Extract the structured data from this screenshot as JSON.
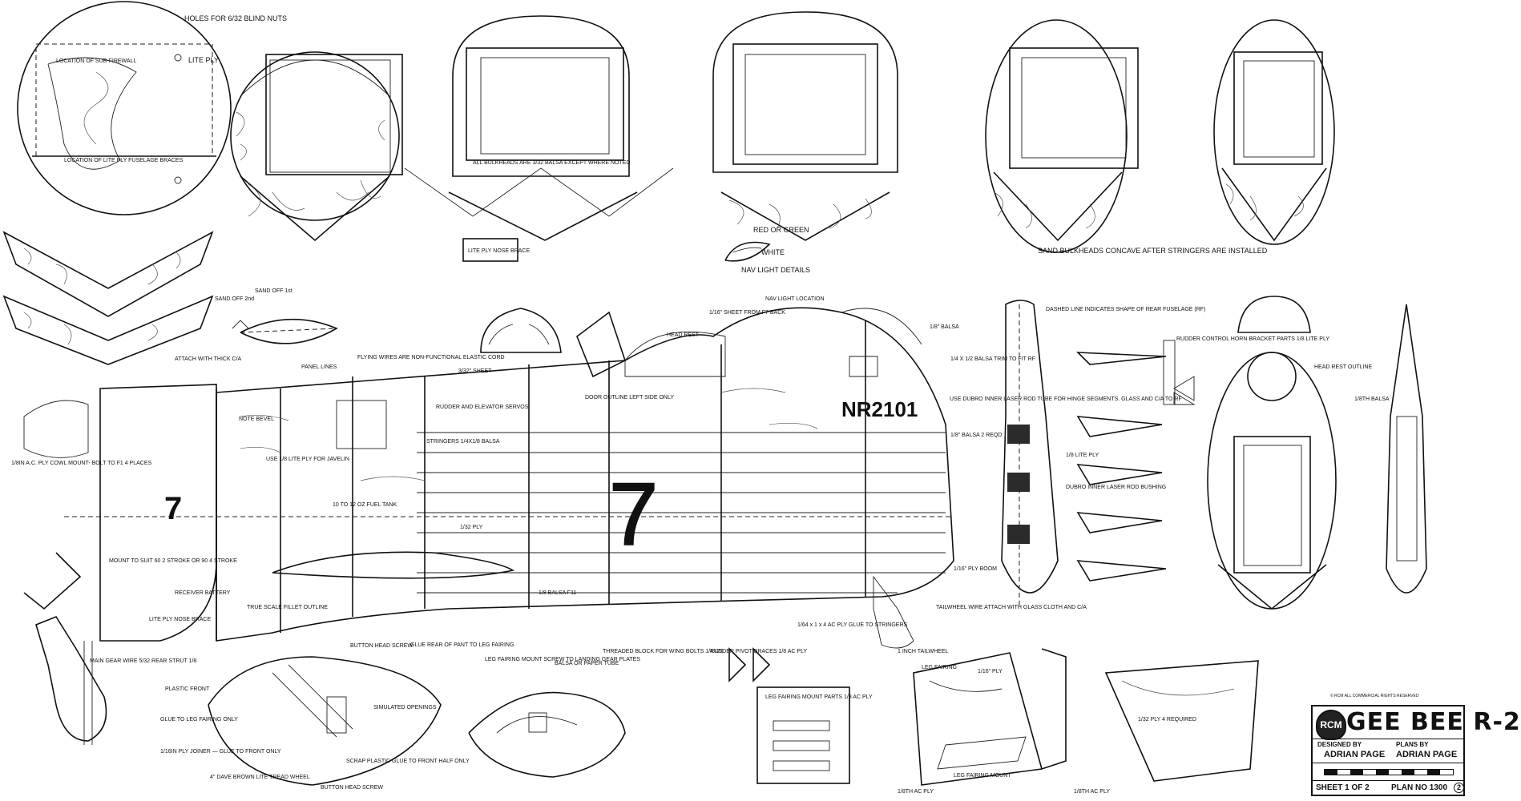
{
  "title_block": {
    "title": "GEE BEE R-2",
    "designed_by_label": "DESIGNED BY",
    "designed_by": "ADRIAN PAGE",
    "plans_by_label": "PLANS BY",
    "plans_by": "ADRIAN PAGE",
    "sheet": "SHEET 1 OF 2",
    "plan_no": "PLAN NO 1300",
    "plan_variant": "2",
    "logo": "RCM",
    "copyright": "© RCM ALL COMMERCIAL RIGHTS RESERVED"
  },
  "aircraft": {
    "registration": "NR2101",
    "race_number": "7"
  },
  "bulkhead_notes": {
    "holes": "HOLES FOR 6/32 BLIND NUTS",
    "lite_ply": "LITE PLY",
    "sub_firewall": "LOCATION OF SUB-FIREWALL",
    "braces": "LOCATION OF LITE PLY FUSELAGE BRACES",
    "all_balsa": "ALL BULKHEADS ARE 3/32 BALSA EXCEPT WHERE NOTED",
    "nose_brace": "LITE PLY NOSE BRACE",
    "sand": "SAND BULKHEADS CONCAVE AFTER STRINGERS ARE INSTALLED"
  },
  "nav_light": {
    "red_green": "RED OR GREEN",
    "white": "WHITE",
    "details": "NAV LIGHT DETAILS",
    "location": "NAV LIGHT LOCATION"
  },
  "fuselage_notes": {
    "sand_off_2nd": "SAND OFF 2nd",
    "sand_off_1st": "SAND OFF 1st",
    "attach": "ATTACH WITH THICK C/A",
    "panel_lines": "PANEL LINES",
    "flying_wires": "FLYING WIRES ARE NON-FUNCTIONAL ELASTIC CORD",
    "sheet_332": "3/32\" SHEET",
    "sheet_116": "1/16\" SHEET FROM F7 BACK",
    "head_rest": "HEAD REST",
    "balsa_18": "1/8\" BALSA",
    "rudder_servos": "RUDDER AND ELEVATOR SERVOS",
    "door": "DOOR OUTLINE LEFT SIDE ONLY",
    "stringers": "STRINGERS 1/4X1/8 BALSA",
    "note_bevel": "NOTE BEVEL",
    "javelin": "USE 1/8 LITE PLY FOR JAVELIN",
    "tank": "10 TO 12 OZ FUEL TANK",
    "ac_ply": "1/8IN A.C. PLY COWL MOUNT- BOLT TO F1 4 PLACES",
    "mount": "MOUNT TO SUIT 60 2 STROKE OR 90 4 STROKE",
    "receiver": "RECEIVER BATTERY",
    "nose_brace": "LITE PLY NOSE BRACE",
    "fillet": "TRUE SCALE FILLET OUTLINE",
    "ply_132": "1/32 PLY",
    "balsa_f11": "1/8 BALSA F11",
    "leg_fairing": "LEG FAIRING MOUNT SCREW TO LANDING GEAR PLATES",
    "balsa_tube": "BALSA OR PAPER TUBE",
    "threaded": "THREADED BLOCK FOR WING BOLTS 1/4X20",
    "glue_rear": "GLUE REAR OF PANT TO LEG FAIRING",
    "button_screw": "BUTTON HEAD SCREW",
    "gear_wire": "MAIN GEAR WIRE 5/32 REAR STRUT 1/8",
    "plastic_front": "PLASTIC FRONT",
    "glue_leg": "GLUE TO LEG FAIRING ONLY",
    "simulated": "SIMULATED OPENINGS",
    "ply_joiner": "1/16IN PLY JOINER — GLUE TO FRONT ONLY",
    "wheel": "4\" DAVE BROWN LITE TREAD WHEEL",
    "scrap": "SCRAP PLASTIC GLUE TO FRONT HALF ONLY",
    "button_screw2": "BUTTON HEAD SCREW",
    "rudder_pivot": "RUDDER PIVOT BRACES 1/8 AC PLY",
    "ac_plywood": "1/64 x 1 x 4 AC PLY GLUE TO STRINGERS",
    "tailwheel": "1 INCH TAILWHEEL"
  },
  "tail_notes": {
    "dashed": "DASHED LINE INDICATES SHAPE OF REAR FUSELAGE (RF)",
    "trim": "1/4 X 1/2 BALSA TRIM TO FIT RF",
    "dubro": "USE DUBRO INNER LASER ROD TUBE FOR HINGE SEGMENTS. GLASS AND C/A TO RF",
    "balsa_reqd": "1/8\" BALSA 2 REQD",
    "lite_ply": "1/8 LITE PLY",
    "bushing": "DUBRO INNER LASER ROD BUSHING",
    "tailwheel_wire": "TAILWHEEL WIRE ATTACH WITH GLASS CLOTH AND C/A",
    "ply_boom": "1/16\" PLY BOOM",
    "rudder_horn": "RUDDER CONTROL HORN BRACKET PARTS 1/8 LITE PLY",
    "head_rest_outline": "HEAD REST OUTLINE",
    "balsa_8th": "1/8TH BALSA"
  },
  "leg_notes": {
    "leg_fairing_mount": "LEG FAIRING MOUNT PARTS 1/8 AC PLY",
    "leg_fairing": "LEG FAIRING",
    "ply_116": "1/16\" PLY",
    "ply_132": "1/32 PLY 4 REQUIRED",
    "mount": "LEG FAIRING MOUNT",
    "ac_ply_18": "1/8TH AC PLY",
    "ac_ply_18b": "1/8TH AC PLY"
  },
  "colors": {
    "ink": "#111111",
    "paper": "#ffffff",
    "wood": "#555555"
  },
  "icons": {
    "logo": "rcm-badge-icon"
  }
}
